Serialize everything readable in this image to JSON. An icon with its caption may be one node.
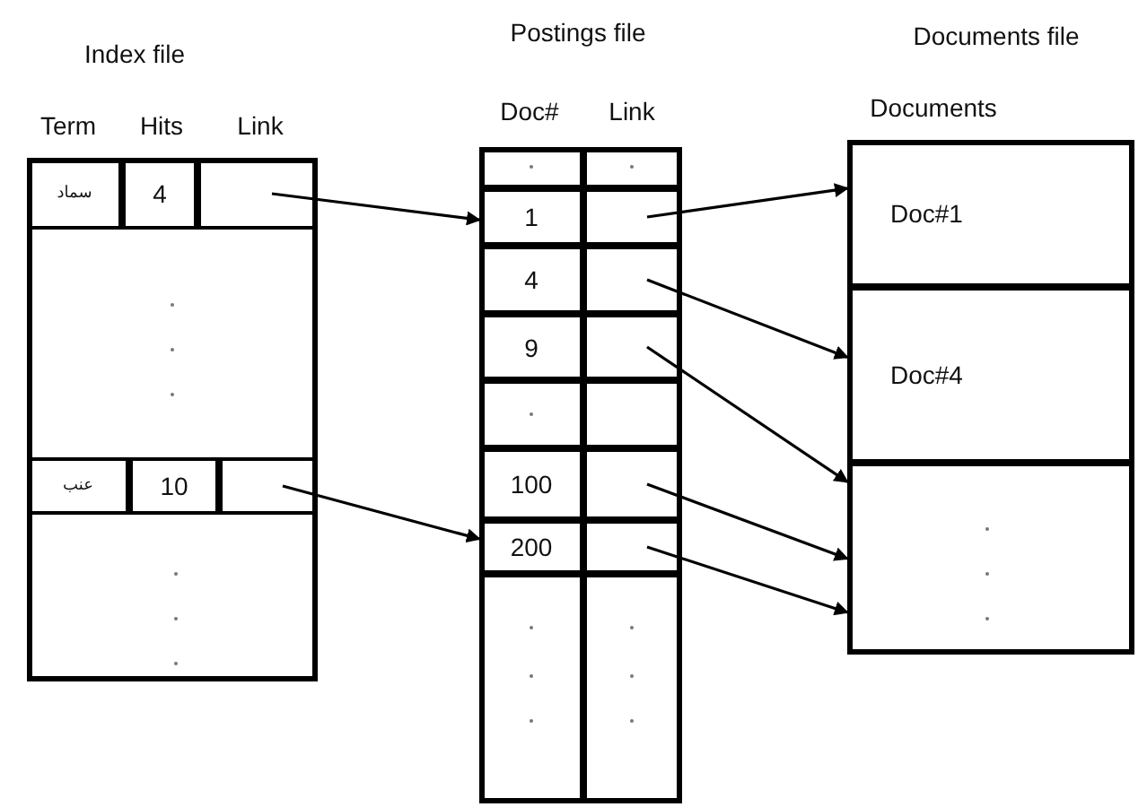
{
  "diagram": {
    "nodes": [
      {
        "text": [
          "Index file"
        ]
      },
      {
        "text": [
          "سماد"
        ],
        "in": 0
      },
      {
        "text": [
          "4"
        ],
        "in": 0
      },
      {
        "text": [],
        "shape": "box",
        "in": 0
      },
      {
        "text": [
          "عنب"
        ],
        "in": 0
      },
      {
        "text": [
          "10"
        ],
        "in": 0
      },
      {
        "text": [],
        "shape": "box",
        "in": 0
      },
      {
        "text": [
          "Postings file"
        ]
      },
      {
        "text": [],
        "shape": "box",
        "in": 7
      },
      {
        "text": [],
        "shape": "box",
        "in": 7
      },
      {
        "text": [
          "1"
        ],
        "in": 7
      },
      {
        "text": [],
        "shape": "box",
        "in": 7
      },
      {
        "text": [
          "4"
        ],
        "in": 7
      },
      {
        "text": [],
        "shape": "box",
        "in": 7
      },
      {
        "text": [
          "9"
        ],
        "in": 7
      },
      {
        "text": [],
        "shape": "box",
        "in": 7
      },
      {
        "text": [],
        "shape": "box",
        "in": 7
      },
      {
        "text": [],
        "shape": "box",
        "in": 7
      },
      {
        "text": [
          "100"
        ],
        "in": 7
      },
      {
        "text": [],
        "shape": "box",
        "in": 7
      },
      {
        "text": [
          "200"
        ],
        "in": 7
      },
      {
        "text": [],
        "shape": "box",
        "in": 7
      },
      {
        "text": [],
        "shape": "box",
        "in": 7
      },
      {
        "text": [],
        "shape": "box",
        "in": 7
      },
      {
        "text": [
          "Documents file"
        ]
      },
      {
        "text": [
          "Doc#1"
        ],
        "in": 24
      },
      {
        "text": [
          "Doc#4"
        ],
        "in": 24
      },
      {
        "text": [],
        "shape": "box",
        "in": 24
      }
    ],
    "edges": [
      {
        "from": 3,
        "to": 10,
        "arrow": "to"
      },
      {
        "from": 6,
        "to": 20,
        "arrow": "to"
      },
      {
        "from": 11,
        "to": 25,
        "arrow": "to"
      },
      {
        "from": 13,
        "to": 26,
        "arrow": "to"
      },
      {
        "from": 15,
        "to": 27,
        "arrow": "to"
      },
      {
        "from": 19,
        "to": 27,
        "arrow": "to"
      },
      {
        "from": 21,
        "to": 27,
        "arrow": "to"
      }
    ],
    "labels": [
      "Term",
      "Hits",
      "Link",
      "Doc#",
      "Link",
      "Documents"
    ]
  }
}
